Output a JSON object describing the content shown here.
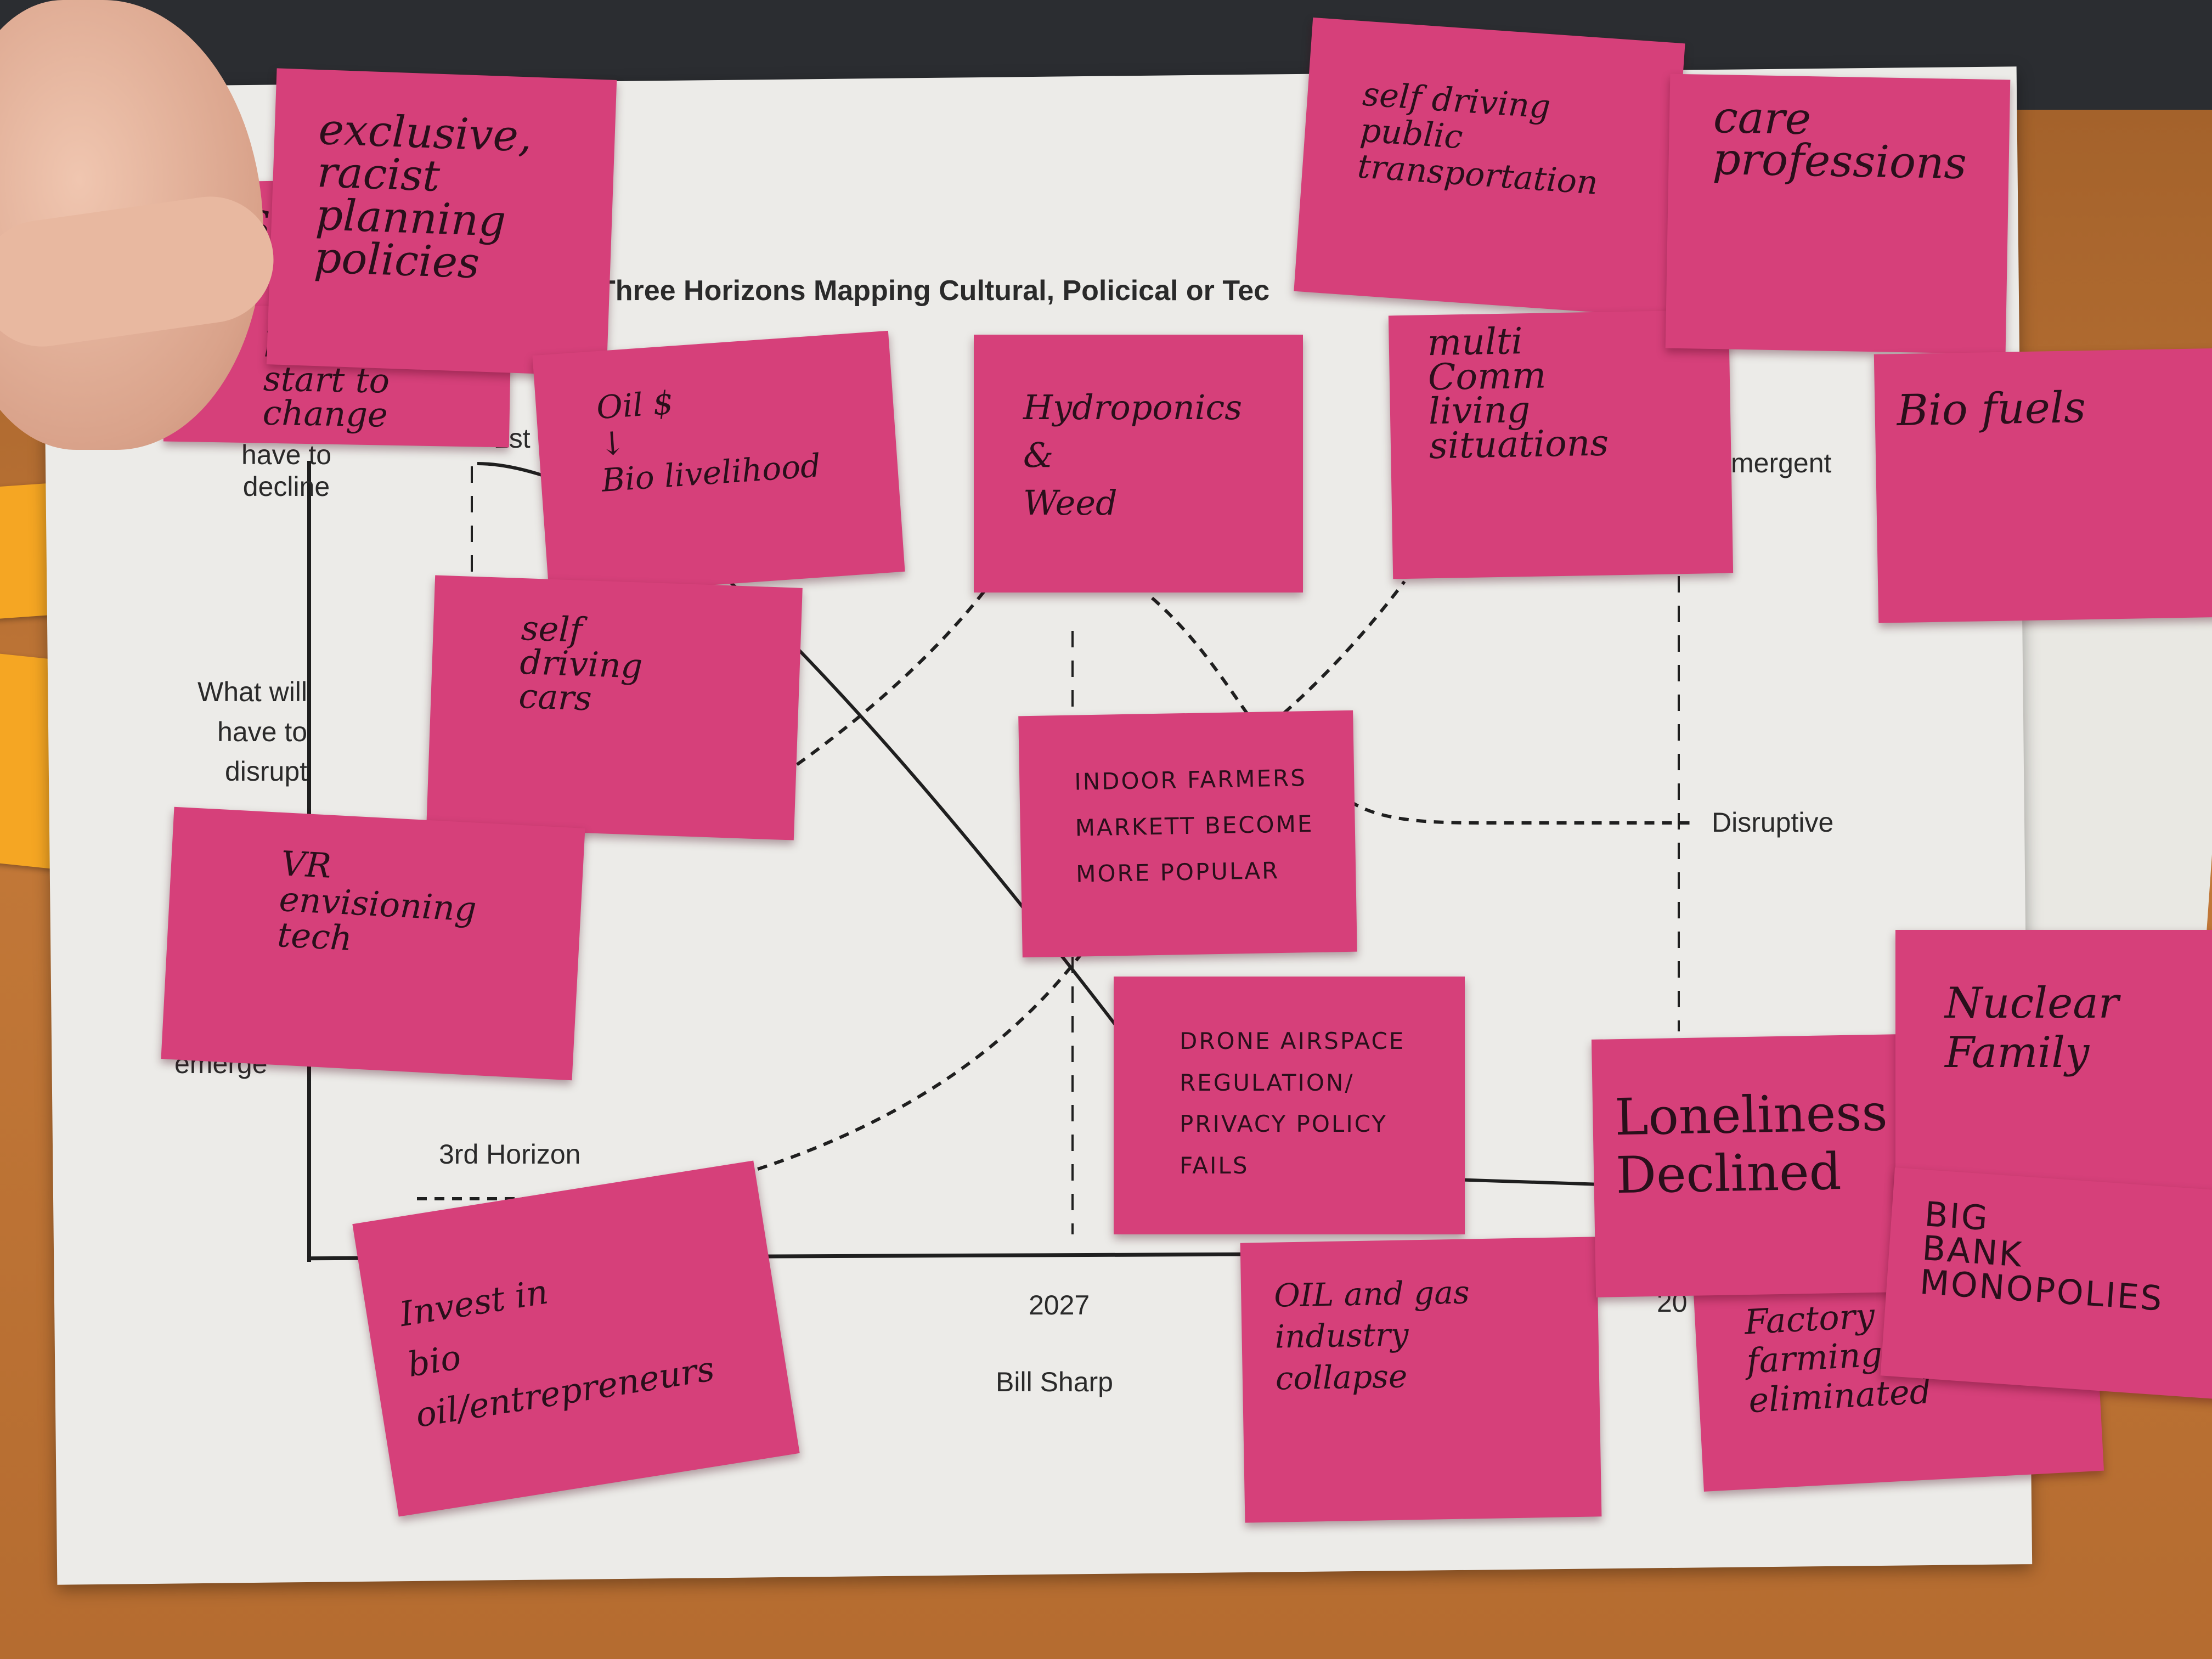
{
  "worksheet": {
    "title": "Three Horizons Mapping Cultural, Policical or Tec",
    "label_1st_horizon": "1st H",
    "label_have_to_decline": "have to\ndecline",
    "label_what_will_disrupt": "What will\nhave to\ndisrupt",
    "label_w": "W",
    "label_emerge": "emerge",
    "label_3rd_horizon": "3rd Horizon",
    "label_emergent": "mergent",
    "label_disruptive": "Disruptive",
    "label_year": "2027",
    "label_author": "Bill Sharp",
    "label_20": "20"
  },
  "notes": {
    "exclusive": "exclusive,\nracist\nplanning\npolicies",
    "laws": "laws\nstart to\nchange",
    "sl": "Sl",
    "oil_bio": "Oil $\n↓\nBio livelihood",
    "self_driving_cars": "self\ndriving\ncars",
    "vr": "VR\nenvisioning\ntech",
    "invest": "Invest in\nbio oil/entrepreneurs",
    "hydroponics": "Hydroponics\n&\nWeed",
    "self_driving_transit": "self driving\npublic\ntransportation",
    "multi_comm": "multi\nComm\nliving\nsituations",
    "care": "care\nprofessions",
    "biofuels": "Bio fuels",
    "indoor": "INDOOR FARMERS\nMARKETT BECOME\nMORE POPULAR",
    "drone": "DRONE AIRSPACE\nREGULATION/\nPRIVACY POLICY\nFAILS",
    "oil_gas": "OIL and gas\nindustry\ncollapse",
    "loneliness": "Loneliness\nDeclined",
    "nuclear": "Nuclear\nFamily",
    "factory": "Factory\nfarming\neliminated",
    "big_bank": "BIG\nBANK\nMONOPOLIES"
  },
  "colors": {
    "sticky_pink": "#d6407a",
    "paper": "#ecebe8",
    "table": "#b46a2e"
  }
}
